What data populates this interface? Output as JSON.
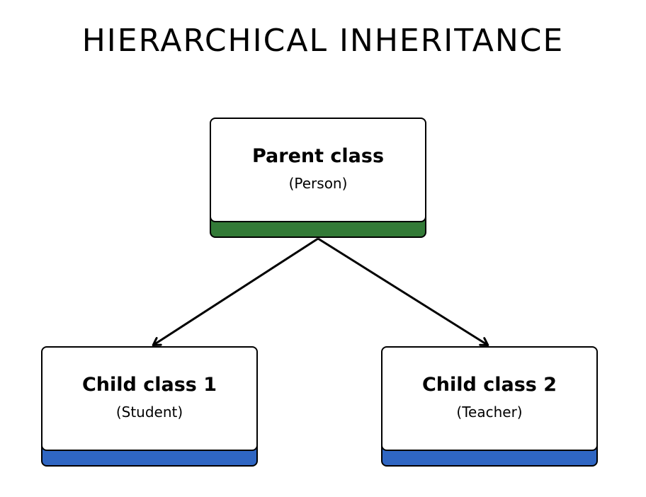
{
  "title": "HIERARCHICAL INHERITANCE",
  "colors": {
    "parent_accent": "#337a37",
    "child_accent": "#2f66c3",
    "stroke": "#000000",
    "background": "#ffffff"
  },
  "nodes": {
    "parent": {
      "name": "Parent class",
      "subtitle": "(Person)"
    },
    "child1": {
      "name": "Child class 1",
      "subtitle": "(Student)"
    },
    "child2": {
      "name": "Child class 2",
      "subtitle": "(Teacher)"
    }
  },
  "edges": [
    {
      "from": "parent",
      "to": "child1"
    },
    {
      "from": "parent",
      "to": "child2"
    }
  ]
}
